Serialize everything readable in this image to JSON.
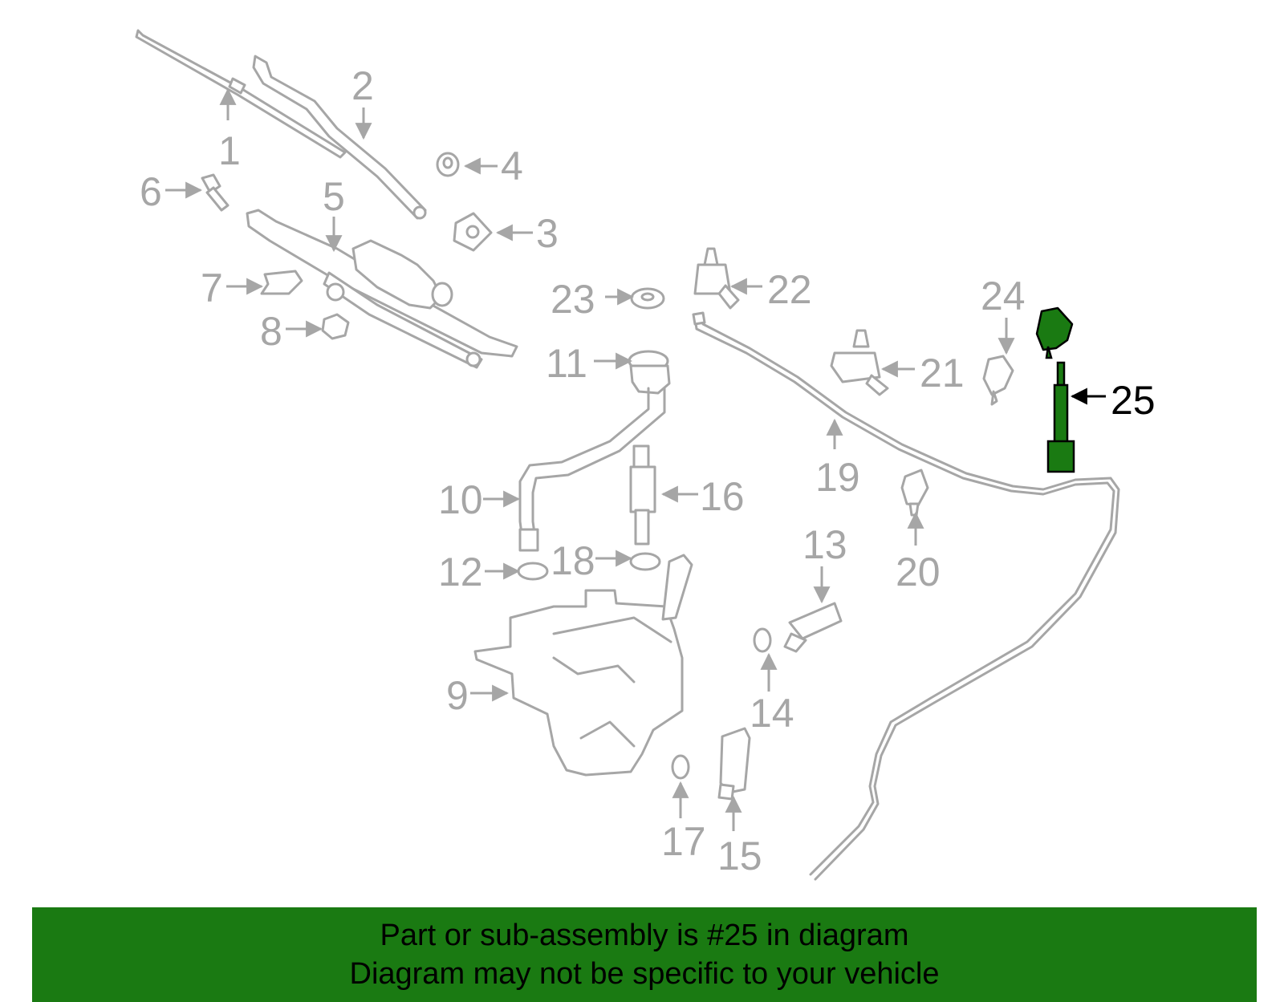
{
  "colors": {
    "part_stroke": "#a6a6a6",
    "highlight_fill": "#1a7a12",
    "banner_bg": "#1a7a12",
    "callout_default": "#a6a6a6",
    "callout_highlight": "#000000"
  },
  "diagram": {
    "highlighted_part": "25",
    "callouts": [
      "1",
      "2",
      "3",
      "4",
      "5",
      "6",
      "7",
      "8",
      "9",
      "10",
      "11",
      "12",
      "13",
      "14",
      "15",
      "16",
      "17",
      "18",
      "19",
      "20",
      "21",
      "22",
      "23",
      "24",
      "25"
    ]
  },
  "banner": {
    "line1": "Part or sub-assembly is #25 in diagram",
    "line2": "Diagram may not be specific to your vehicle"
  }
}
